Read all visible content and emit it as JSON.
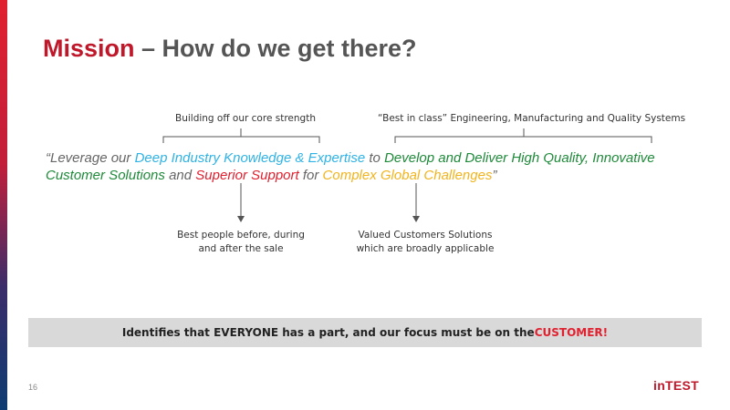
{
  "title": {
    "accent": "Mission",
    "rest": " – How do we get there?"
  },
  "labels": {
    "core_strength": "Building off our core strength",
    "best_in_class": "“Best in class” Engineering, Manufacturing and Quality Systems",
    "best_people_line1": "Best people before, during",
    "best_people_line2": "and after the sale",
    "valued_line1": "Valued Customers Solutions",
    "valued_line2": "which are broadly applicable"
  },
  "quote": {
    "open": "“Leverage our ",
    "knowledge": "Deep Industry Knowledge & Expertise",
    "to": " to ",
    "develop": "Develop and Deliver High Quality, Innovative Customer Solutions",
    "and": " and ",
    "support": "Superior Support",
    "for": " for ",
    "challenges": "Complex Global Challenges",
    "close": "”"
  },
  "banner": {
    "text": "Identifies that EVERYONE has a part, and our focus must be on the ",
    "highlight": "CUSTOMER!"
  },
  "page_number": "16",
  "logo": "inTEST",
  "colors": {
    "title_accent": "#c0182b",
    "blue": "#2fb3e6",
    "green": "#1f8a3a",
    "red": "#e02130",
    "gold": "#f2b41e"
  }
}
